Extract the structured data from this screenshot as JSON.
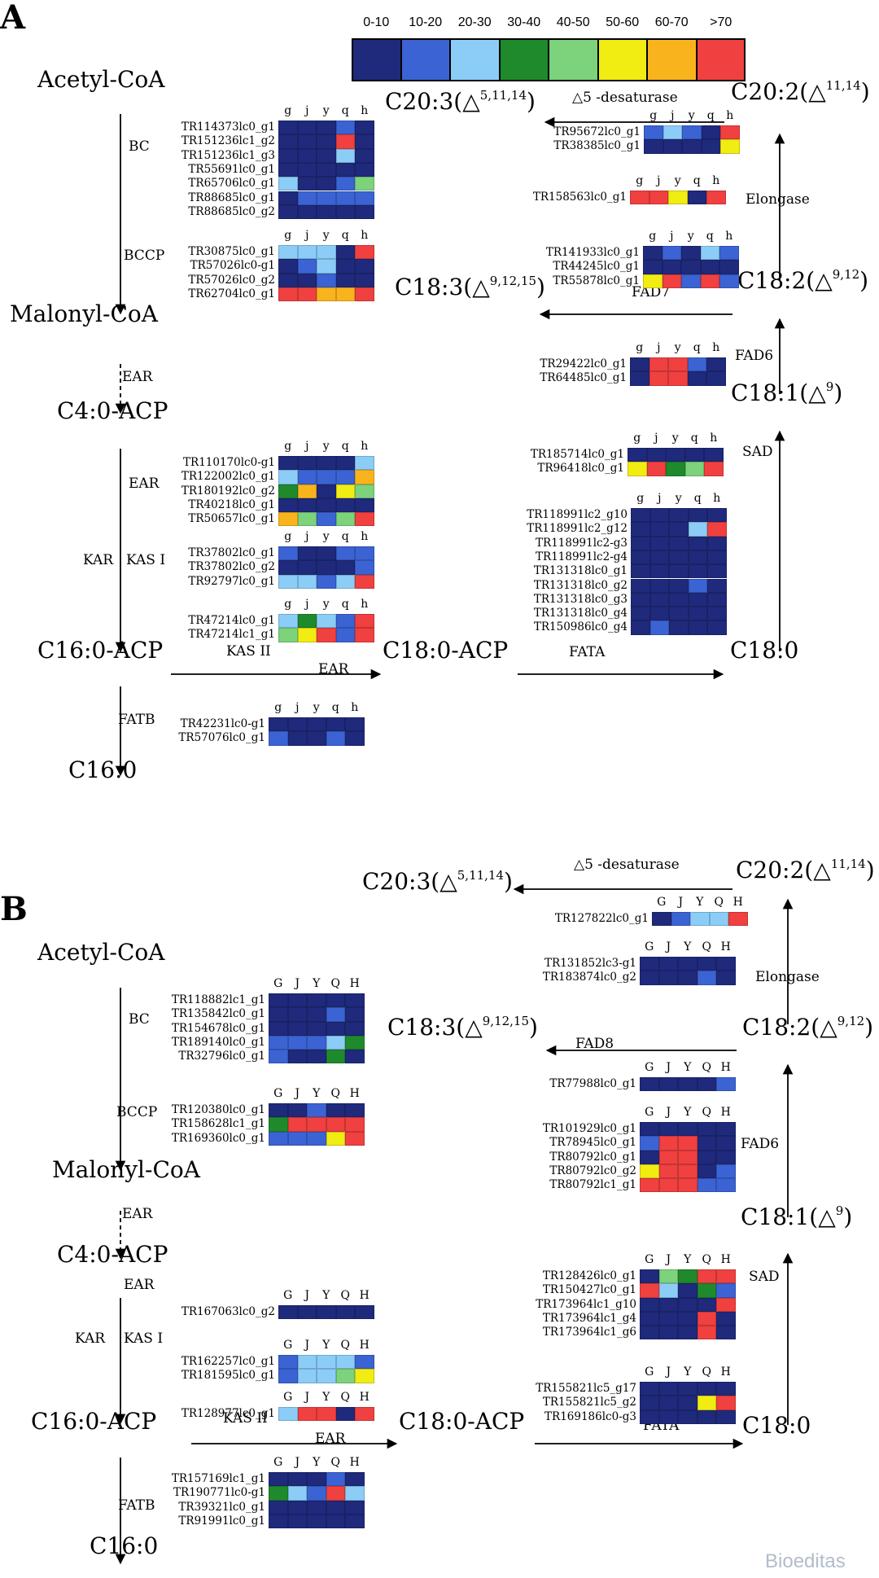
{
  "legend": {
    "labels": [
      "0-10",
      "10-20",
      "20-30",
      "30-40",
      "40-50",
      "50-60",
      "60-70",
      ">70"
    ],
    "colors": [
      "#1f2a7c",
      "#3b63d3",
      "#8ccdf7",
      "#1f8a2c",
      "#7dd27c",
      "#f1ec12",
      "#f9b41d",
      "#f04040"
    ]
  },
  "watermark": "Bioeditas",
  "panels": [
    {
      "label": "A",
      "cols": [
        "g",
        "j",
        "y",
        "q",
        "h"
      ],
      "metabolites": [
        {
          "id": "acetyl",
          "text": "Acetyl-CoA"
        },
        {
          "id": "malonyl",
          "text": "Malonyl-CoA"
        },
        {
          "id": "c4",
          "text": "C4:0-ACP"
        },
        {
          "id": "c16acp",
          "text": "C16:0-ACP"
        },
        {
          "id": "c16",
          "text": "C16:0"
        },
        {
          "id": "c18acp",
          "text": "C18:0-ACP"
        },
        {
          "id": "c18",
          "text": "C18:0"
        },
        {
          "id": "c181",
          "text": "C18:1(△",
          "sup": "9",
          "close": ")"
        },
        {
          "id": "c182",
          "text": "C18:2(△",
          "sup": "9,12",
          "close": ")"
        },
        {
          "id": "c183",
          "text": "C18:3(△",
          "sup": "9,12,15",
          "close": ")"
        },
        {
          "id": "c202",
          "text": "C20:2(△",
          "sup": "11,14",
          "close": ")"
        },
        {
          "id": "c203",
          "text": "C20:3(△",
          "sup": "5,11,14",
          "close": ")"
        }
      ],
      "enzymes": [
        {
          "id": "bc",
          "text": "BC"
        },
        {
          "id": "bccp",
          "text": "BCCP"
        },
        {
          "id": "ear1",
          "text": "EAR"
        },
        {
          "id": "ear2",
          "text": "EAR"
        },
        {
          "id": "kar",
          "text": "KAR"
        },
        {
          "id": "kas1",
          "text": "KAS I"
        },
        {
          "id": "kas2",
          "text": "KAS II"
        },
        {
          "id": "ear3",
          "text": "EAR"
        },
        {
          "id": "fatb",
          "text": "FATB"
        },
        {
          "id": "fata",
          "text": "FATA"
        },
        {
          "id": "sad",
          "text": "SAD"
        },
        {
          "id": "fad6",
          "text": "FAD6"
        },
        {
          "id": "fad7",
          "text": "FAD7"
        },
        {
          "id": "elongase",
          "text": "Elongase"
        },
        {
          "id": "d5",
          "text": "△5 -desaturase"
        }
      ],
      "heatmaps": [
        {
          "id": "A_bc",
          "genes": [
            "TR114373lc0_g1",
            "TR151236lc1_g2",
            "TR151236lc1_g3",
            "TR55691lc0_g1",
            "TR65706lc0_g1",
            "TR88685lc0_g1",
            "TR88685lc0_g2"
          ],
          "values": [
            [
              0,
              0,
              0,
              1,
              0
            ],
            [
              0,
              0,
              0,
              7,
              0
            ],
            [
              0,
              0,
              0,
              2,
              0
            ],
            [
              0,
              0,
              0,
              0,
              0
            ],
            [
              2,
              0,
              0,
              1,
              4
            ],
            [
              0,
              1,
              1,
              1,
              1
            ],
            [
              0,
              0,
              0,
              0,
              0
            ]
          ]
        },
        {
          "id": "A_bccp",
          "genes": [
            "TR30875lc0_g1",
            "TR57026lc0-g1",
            "TR57026lc0_g2",
            "TR62704lc0_g1"
          ],
          "values": [
            [
              2,
              2,
              2,
              0,
              7
            ],
            [
              0,
              1,
              2,
              0,
              0
            ],
            [
              0,
              0,
              1,
              0,
              0
            ],
            [
              7,
              7,
              6,
              6,
              7
            ]
          ]
        },
        {
          "id": "A_ear",
          "genes": [
            "TR110170lc0-g1",
            "TR122002lc0_g1",
            "TR180192lc0_g2",
            "TR40218lc0_g1",
            "TR50657lc0_g1"
          ],
          "values": [
            [
              0,
              0,
              0,
              0,
              2
            ],
            [
              2,
              1,
              1,
              1,
              6
            ],
            [
              3,
              6,
              0,
              5,
              4
            ],
            [
              0,
              0,
              0,
              0,
              0
            ],
            [
              6,
              4,
              1,
              4,
              7
            ]
          ]
        },
        {
          "id": "A_kas1",
          "genes": [
            "TR37802lc0_g1",
            "TR37802lc0_g2",
            "TR92797lc0_g1"
          ],
          "values": [
            [
              1,
              0,
              0,
              1,
              1
            ],
            [
              0,
              0,
              0,
              0,
              1
            ],
            [
              2,
              2,
              1,
              2,
              7
            ]
          ]
        },
        {
          "id": "A_kar",
          "genes": [
            "TR47214lc0_g1",
            "TR47214lc1_g1"
          ],
          "values": [
            [
              2,
              3,
              2,
              1,
              7
            ],
            [
              4,
              5,
              7,
              1,
              7
            ]
          ]
        },
        {
          "id": "A_fatb",
          "genes": [
            "TR42231lc0-g1",
            "TR57076lc0_g1"
          ],
          "values": [
            [
              0,
              0,
              0,
              0,
              0
            ],
            [
              1,
              0,
              0,
              1,
              0
            ]
          ]
        },
        {
          "id": "A_fata",
          "genes": [
            "TR118991lc2_g10",
            "TR118991lc2_g12",
            "TR118991lc2-g3",
            "TR118991lc2-g4",
            "TR131318lc0_g1",
            "TR131318lc0_g2",
            "TR131318lc0_g3",
            "TR131318lc0_g4",
            "TR150986lc0_g4"
          ],
          "values": [
            [
              0,
              0,
              0,
              0,
              0
            ],
            [
              0,
              0,
              0,
              2,
              7
            ],
            [
              0,
              0,
              0,
              0,
              0
            ],
            [
              0,
              0,
              0,
              0,
              0
            ],
            [
              0,
              0,
              0,
              0,
              0
            ],
            [
              0,
              0,
              0,
              1,
              0
            ],
            [
              0,
              0,
              0,
              0,
              0
            ],
            [
              0,
              0,
              0,
              0,
              0
            ],
            [
              0,
              1,
              0,
              0,
              0
            ]
          ]
        },
        {
          "id": "A_sad",
          "genes": [
            "TR185714lc0_g1",
            "TR96418lc0_g1"
          ],
          "values": [
            [
              0,
              0,
              0,
              0,
              0
            ],
            [
              5,
              7,
              3,
              4,
              7
            ]
          ]
        },
        {
          "id": "A_fad6",
          "genes": [
            "TR29422lc0_g1",
            "TR64485lc0_g1"
          ],
          "values": [
            [
              0,
              7,
              7,
              1,
              0
            ],
            [
              0,
              7,
              7,
              0,
              0
            ]
          ]
        },
        {
          "id": "A_fad7",
          "genes": [
            "TR141933lc0_g1",
            "TR44245lc0_g1",
            "TR55878lc0_g1"
          ],
          "values": [
            [
              0,
              1,
              0,
              2,
              1
            ],
            [
              0,
              0,
              0,
              0,
              0
            ],
            [
              5,
              7,
              1,
              7,
              1
            ]
          ]
        },
        {
          "id": "A_elong",
          "genes": [
            "TR158563lc0_g1"
          ],
          "values": [
            [
              7,
              7,
              5,
              0,
              7
            ]
          ]
        },
        {
          "id": "A_d5",
          "genes": [
            "TR95672lc0_g1",
            "TR38385lc0_g1"
          ],
          "values": [
            [
              1,
              2,
              1,
              0,
              7
            ],
            [
              0,
              0,
              0,
              0,
              5
            ]
          ]
        }
      ]
    },
    {
      "label": "B",
      "cols": [
        "G",
        "J",
        "Y",
        "Q",
        "H"
      ],
      "metabolites": [
        {
          "id": "acetyl",
          "text": "Acetyl-CoA"
        },
        {
          "id": "malonyl",
          "text": "Malonyl-CoA"
        },
        {
          "id": "c4",
          "text": "C4:0-ACP"
        },
        {
          "id": "c16acp",
          "text": "C16:0-ACP"
        },
        {
          "id": "c16",
          "text": "C16:0"
        },
        {
          "id": "c18acp",
          "text": "C18:0-ACP"
        },
        {
          "id": "c18",
          "text": "C18:0"
        },
        {
          "id": "c181",
          "text": "C18:1(△",
          "sup": "9",
          "close": ")"
        },
        {
          "id": "c182",
          "text": "C18:2(△",
          "sup": "9,12",
          "close": ")"
        },
        {
          "id": "c183",
          "text": "C18:3(△",
          "sup": "9,12,15",
          "close": ")"
        },
        {
          "id": "c202",
          "text": "C20:2(△",
          "sup": "11,14",
          "close": ")"
        },
        {
          "id": "c203",
          "text": "C20:3(△",
          "sup": "5,11,14",
          "close": ")"
        }
      ],
      "enzymes": [
        {
          "id": "bc",
          "text": "BC"
        },
        {
          "id": "bccp",
          "text": "BCCP"
        },
        {
          "id": "ear1",
          "text": "EAR"
        },
        {
          "id": "ear2",
          "text": "EAR"
        },
        {
          "id": "kar",
          "text": "KAR"
        },
        {
          "id": "kas1",
          "text": "KAS I"
        },
        {
          "id": "kas2",
          "text": "KAS II"
        },
        {
          "id": "ear3",
          "text": "EAR"
        },
        {
          "id": "fatb",
          "text": "FATB"
        },
        {
          "id": "fata",
          "text": "FATA"
        },
        {
          "id": "sad",
          "text": "SAD"
        },
        {
          "id": "fad6",
          "text": "FAD6"
        },
        {
          "id": "fad8",
          "text": "FAD8"
        },
        {
          "id": "elongase",
          "text": "Elongase"
        },
        {
          "id": "d5",
          "text": "△5 -desaturase"
        }
      ],
      "heatmaps": [
        {
          "id": "B_bc",
          "genes": [
            "TR118882lc1_g1",
            "TR135842lc0_g1",
            "TR154678lc0_g1",
            "TR189140lc0_g1",
            "TR32796lc0_g1"
          ],
          "values": [
            [
              0,
              0,
              0,
              0,
              0
            ],
            [
              0,
              0,
              0,
              1,
              0
            ],
            [
              0,
              0,
              0,
              0,
              0
            ],
            [
              1,
              1,
              1,
              2,
              3
            ],
            [
              1,
              0,
              0,
              3,
              0
            ]
          ]
        },
        {
          "id": "B_bccp",
          "genes": [
            "TR120380lc0_g1",
            "TR158628lc1_g1",
            "TR169360lc0_g1"
          ],
          "values": [
            [
              0,
              0,
              1,
              0,
              0
            ],
            [
              3,
              7,
              7,
              7,
              7
            ],
            [
              1,
              1,
              1,
              5,
              7
            ]
          ]
        },
        {
          "id": "B_ear",
          "genes": [
            "TR167063lc0_g2"
          ],
          "values": [
            [
              0,
              0,
              0,
              0,
              0
            ]
          ]
        },
        {
          "id": "B_kas1",
          "genes": [
            "TR162257lc0_g1",
            "TR181595lc0_g1"
          ],
          "values": [
            [
              1,
              2,
              2,
              2,
              1
            ],
            [
              1,
              2,
              2,
              4,
              5
            ]
          ]
        },
        {
          "id": "B_kar",
          "genes": [
            "TR128977lc0_g1"
          ],
          "values": [
            [
              2,
              7,
              7,
              0,
              7
            ]
          ]
        },
        {
          "id": "B_fatb",
          "genes": [
            "TR157169lc1_g1",
            "TR190771lc0-g1",
            "TR39321lc0_g1",
            "TR91991lc0_g1"
          ],
          "values": [
            [
              0,
              0,
              0,
              1,
              0
            ],
            [
              3,
              2,
              1,
              7,
              2
            ],
            [
              0,
              0,
              0,
              0,
              0
            ],
            [
              0,
              0,
              0,
              0,
              0
            ]
          ]
        },
        {
          "id": "B_fata",
          "genes": [
            "TR155821lc5_g17",
            "TR155821lc5_g2",
            "TR169186lc0-g3"
          ],
          "values": [
            [
              0,
              0,
              0,
              0,
              0
            ],
            [
              0,
              0,
              0,
              5,
              7
            ],
            [
              0,
              0,
              0,
              0,
              0
            ]
          ]
        },
        {
          "id": "B_sad",
          "genes": [
            "TR128426lc0_g1",
            "TR150427lc0_g1",
            "TR173964lc1_g10",
            "TR173964lc1_g4",
            "TR173964lc1_g6"
          ],
          "values": [
            [
              0,
              4,
              3,
              7,
              7
            ],
            [
              7,
              2,
              0,
              3,
              1
            ],
            [
              0,
              0,
              0,
              0,
              7
            ],
            [
              0,
              0,
              0,
              7,
              0
            ],
            [
              0,
              0,
              0,
              7,
              0
            ]
          ]
        },
        {
          "id": "B_fad6",
          "genes": [
            "TR101929lc0_g1",
            "TR78945lc0_g1",
            "TR80792lc0_g1",
            "TR80792lc0_g2",
            "TR80792lc1_g1"
          ],
          "values": [
            [
              0,
              0,
              0,
              0,
              0
            ],
            [
              1,
              7,
              7,
              0,
              0
            ],
            [
              0,
              7,
              7,
              0,
              0
            ],
            [
              5,
              7,
              7,
              0,
              1
            ],
            [
              7,
              7,
              7,
              1,
              1
            ]
          ]
        },
        {
          "id": "B_fad8",
          "genes": [
            "TR77988lc0_g1"
          ],
          "values": [
            [
              0,
              0,
              0,
              0,
              1
            ]
          ]
        },
        {
          "id": "B_elong",
          "genes": [
            "TR131852lc3-g1",
            "TR183874lc0_g2"
          ],
          "values": [
            [
              0,
              0,
              0,
              0,
              0
            ],
            [
              0,
              0,
              0,
              1,
              0
            ]
          ]
        },
        {
          "id": "B_d5",
          "genes": [
            "TR127822lc0_g1"
          ],
          "values": [
            [
              0,
              1,
              2,
              2,
              7
            ]
          ]
        }
      ]
    }
  ]
}
